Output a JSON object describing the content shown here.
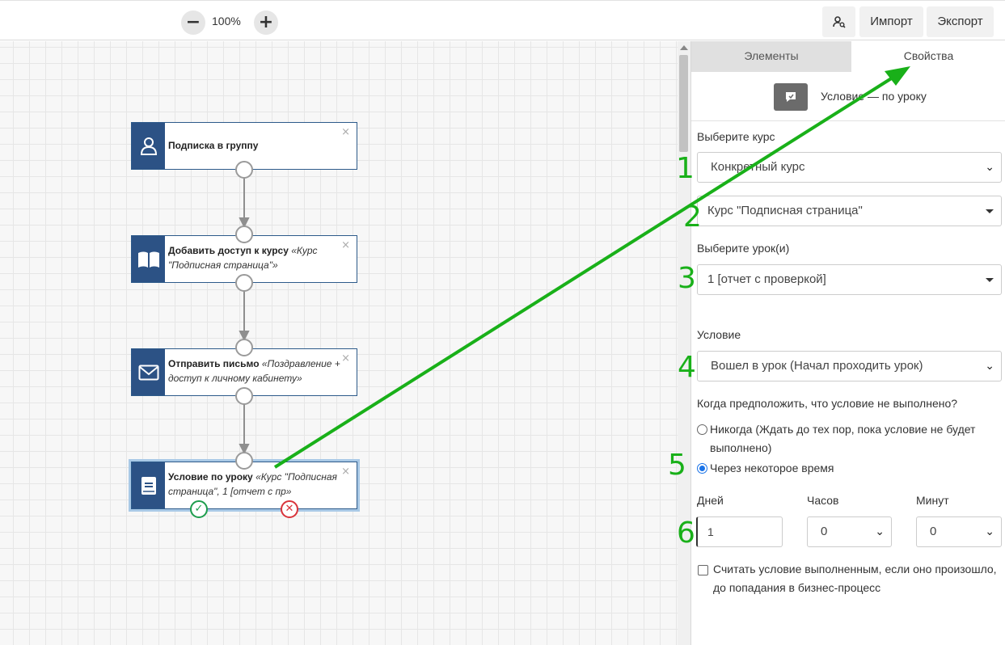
{
  "toolbar": {
    "zoom_out": "−",
    "zoom_level": "100%",
    "zoom_in": "+",
    "import_label": "Импорт",
    "export_label": "Экспорт"
  },
  "nodes": [
    {
      "title": "Подписка в группу",
      "desc": "",
      "icon": "user-icon"
    },
    {
      "title": "Добавить доступ к курсу",
      "desc": "«Курс \"Подписная страница\"»",
      "icon": "book-open-icon"
    },
    {
      "title": "Отправить письмо",
      "desc": "«Поздравление + доступ к личному кабинету»",
      "icon": "envelope-icon"
    },
    {
      "title": "Условие по уроку",
      "desc": "«Курс \"Подписная страница\", 1 [отчет с пр»",
      "icon": "book-icon"
    }
  ],
  "node_close": "×",
  "ok_mark": "✓",
  "no_mark": "✕",
  "panel": {
    "tabs": [
      "Элементы",
      "Свойства"
    ],
    "block_name": "Условие — по уроку",
    "course_label": "Выберите курс",
    "course_type_value": "Конкретный курс",
    "course_value": "Курс \"Подписная страница\"",
    "lesson_label": "Выберите урок(и)",
    "lesson_value": "1 [отчет с проверкой]",
    "condition_label": "Условие",
    "condition_value": "Вошел в урок (Начал проходить урок)",
    "fail_question": "Когда предположить, что условие не выполнено?",
    "radio_never": "Никогда (Ждать до тех пор, пока условие не будет выполнено)",
    "radio_after": "Через некоторое время",
    "days_label": "Дней",
    "hours_label": "Часов",
    "minutes_label": "Минут",
    "days_value": "1",
    "hours_value": "0",
    "minutes_value": "0",
    "checkbox_text": "Считать условие выполненным, если оно произошло, до попадания в бизнес-процесс"
  },
  "annotations": {
    "numbers": [
      "1",
      "2",
      "3",
      "4",
      "5",
      "6"
    ],
    "color": "#19b019"
  },
  "colors": {
    "node_icon_bg": "#2c5285",
    "accent_radio": "#1a73e8",
    "ok": "#1e9d4d",
    "no": "#d9343b"
  }
}
